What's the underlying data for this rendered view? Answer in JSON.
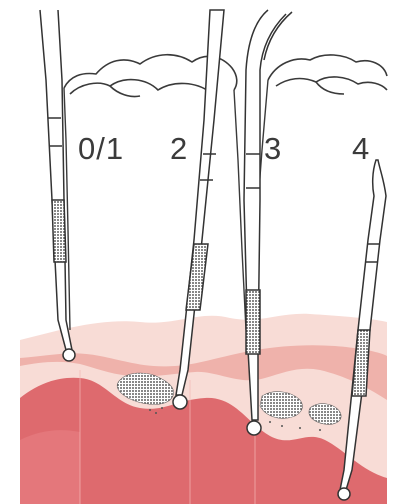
{
  "diagram": {
    "probe_labels": [
      "0/1",
      "2",
      "3",
      "4"
    ]
  },
  "colors": {
    "background": "#ffffff",
    "gingiva_light": "#f8dcd6",
    "gingiva_mid": "#efb2ab",
    "bone": "#de6a6e",
    "line": "#3a3a3a"
  }
}
